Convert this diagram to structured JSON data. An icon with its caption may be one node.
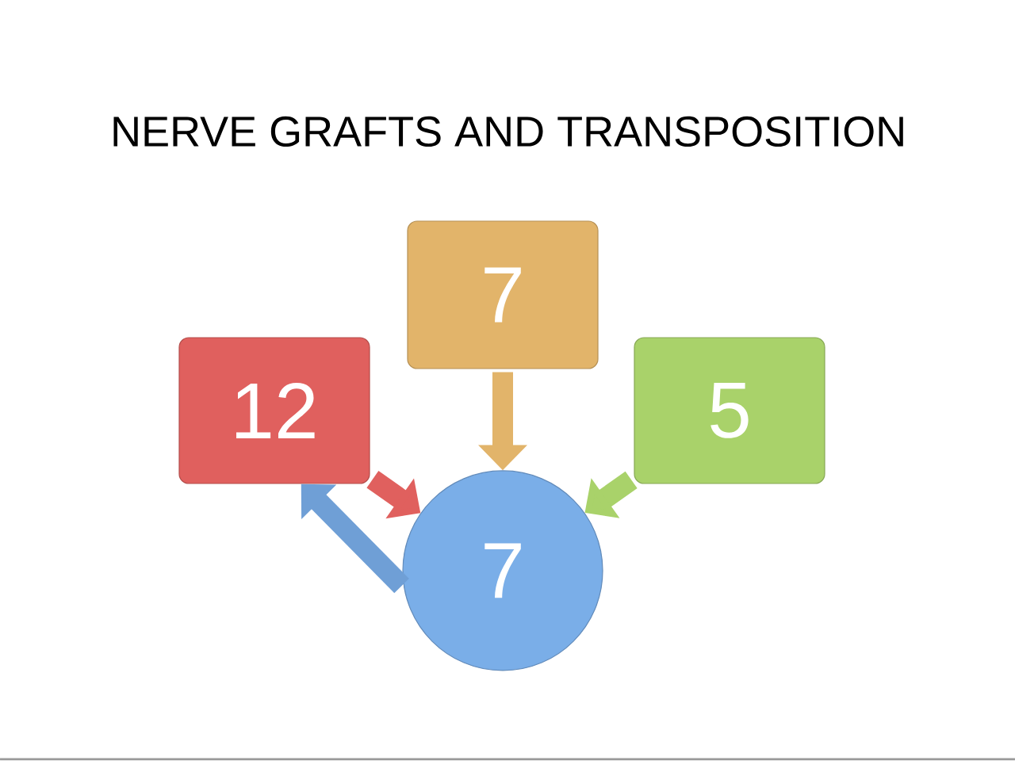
{
  "diagram": {
    "title": "NERVE GRAFTS AND TRANSPOSITION",
    "nodes": [
      {
        "text": [
          "12"
        ]
      },
      {
        "text": [
          "7"
        ]
      },
      {
        "text": [
          "5"
        ]
      },
      {
        "text": [
          "7"
        ]
      }
    ],
    "edges": [
      {
        "from": 0,
        "to": 3,
        "arrow": "to",
        "color": "#e0605e"
      },
      {
        "from": 1,
        "to": 3,
        "arrow": "to",
        "color": "#e2b46a"
      },
      {
        "from": 2,
        "to": 3,
        "arrow": "to",
        "color": "#a9d26a"
      },
      {
        "from": 3,
        "to": 0,
        "arrow": "to",
        "color": "#6f9fd6"
      }
    ]
  }
}
